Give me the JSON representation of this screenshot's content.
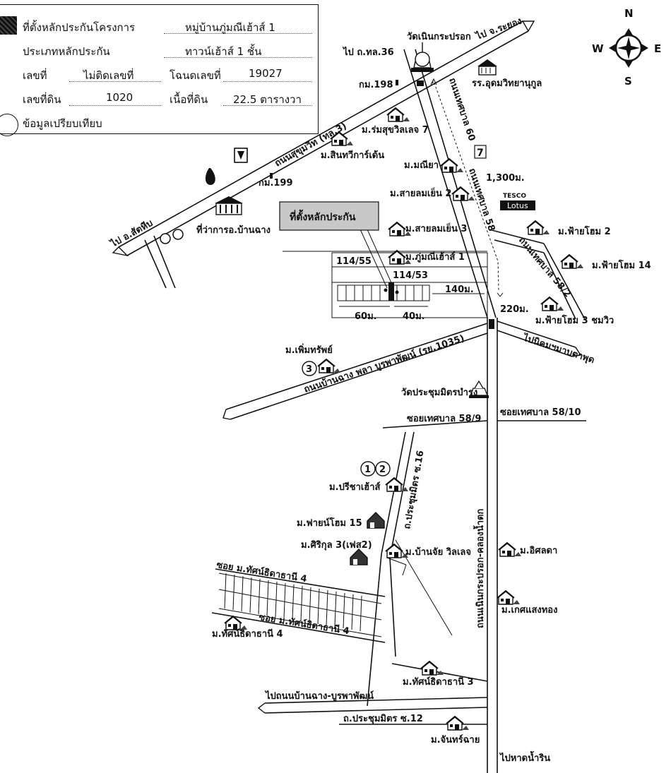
{
  "info_box": {
    "project_label": "ที่ตั้งหลักประกันโครงการ",
    "project_value": "หมู่บ้านภู่มณีเฮ้าส์ 1",
    "type_label": "ประเภทหลักประกัน",
    "type_value": "ทาวน์เฮ้าส์ 1 ชั้น",
    "no_label": "เลขที่",
    "no_value": "ไม่ติดเลขที่",
    "deed_label": "โฉนดเลขที่",
    "deed_value": "19027",
    "land_no_label": "เลขที่ดิน",
    "land_no_value": "1020",
    "area_label": "เนื้อที่ดิน",
    "area_value": "22.5 ตารางวา",
    "compare_label": "ข้อมูลเปรียบเทียบ"
  },
  "compass": {
    "n": "N",
    "s": "S",
    "e": "E",
    "w": "W"
  },
  "callout": "ที่ตั้งหลักประกัน",
  "labels": {
    "temple_top": "วัดเนินกระปรอก",
    "to_rayong": "ไป จ.ระยอง",
    "to_tl36": "ไป ถ.ทล.36",
    "km198": "กม.198",
    "school": "รร.อุดมวิทยานุกูล",
    "road_sukhumvit": "ถนนสุขุมวิท (ทล.3)",
    "road_tessaban60": "ถนนเทศบาล 60",
    "road_tessaban58": "ถนนเทศบาล 58",
    "road_tessaban58_2": "ถนนเทศบาล 58/2",
    "rom_suk": "ม.ร่มสุขวิลเลจ 7",
    "sinthawee": "ม.สินทวีการ์เด้น",
    "maneeya": "ม.มณียา",
    "sailom2": "ม.สายลมเย็น 2",
    "sailom3": "ม.สายลมเย็น 3",
    "dist_1300": "1,300ม.",
    "tesco_top": "TESCO",
    "tesco_bottom": "Lotus",
    "km199": "กม.199",
    "to_sattahip": "ไป อ.สัตหีบ",
    "district_office": "ที่ว่าการอ.บ้านฉาง",
    "phai_home2": "ม.ฟ้ายโฮม 2",
    "phai_home14": "ม.ฟ้ายโฮม 14",
    "phai_home3": "ม.ฟ้ายโฮม 3 ชมวิว",
    "phumanee": "ม.ภู่มณีเฮ้าส์ 1",
    "plot_11455": "114/55",
    "plot_11453": "114/53",
    "dist_140": "140ม.",
    "dist_60": "60ม.",
    "dist_40": "40ม.",
    "dist_220": "220ม.",
    "to_industrial": "ไปนิคมฯมาบตาพุด",
    "permsap": "ม.เพิ่มทรัพย์",
    "road_banchang": "ถนนบ้านฉาง พลา บูรพาพัฒน์ (รย.1035)",
    "temple_prachum": "วัดประชุมมิตรบำรุง",
    "soi_58_9": "ซอยเทศบาล 58/9",
    "soi_58_10": "ซอยเทศบาล 58/10",
    "preecha": "ม.ปรีชาเฮ้าส์",
    "road_prachum16": "ถ.ประชุมมิตร ซ.16",
    "road_nern": "ถนนเนินกระปรอก-คลองน้ำตก",
    "phai_home15": "ม.ฟายน์โฮม 15",
    "sirikul": "ม.ศิริกุล 3(เฟส2)",
    "banjai": "ม.บ้านจัย วิลเลจ",
    "issada": "ม.อิศลดา",
    "ketsaeng": "ม.เกศแสงทอง",
    "soi_tassana_a": "ซอย ม.ทัศน์ธิดาธานี 4",
    "soi_tassana_b": "ซอย ม.ทัศน์ธิดาธานี 4",
    "tassana4": "ม.ทัศน์ธิดาธานี 4",
    "tassana3": "ม.ทัศน์ธิดาธานี 3",
    "to_banchang_burapha": "ไปถนนบ้านฉาง-บูรพาพัฒน์",
    "road_prachum12": "ถ.ประชุมมิตร ซ.12",
    "chanchai": "ม.จันทร์ฉาย",
    "to_beach": "ไปหาดน้ำริน",
    "num1": "1",
    "num2": "2",
    "num3": "3"
  }
}
